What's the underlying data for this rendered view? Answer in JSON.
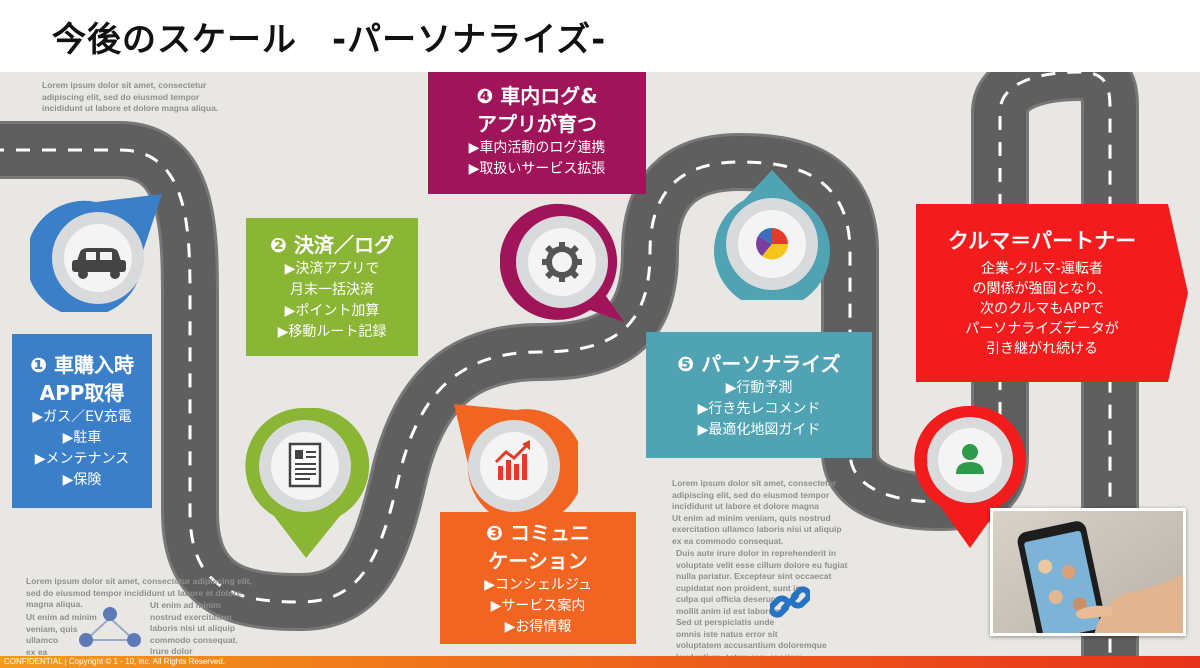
{
  "title": "今後のスケール　-パーソナライズ-",
  "colors": {
    "step1": "#3a7fc7",
    "step2": "#8bb535",
    "step3": "#f26422",
    "step4": "#a0145a",
    "step5": "#4fa3b3",
    "partner": "#f21c1c"
  },
  "steps": [
    {
      "heading": "❶ 車購入時\nAPP取得",
      "items": "▶ガス／EV充電\n▶駐車\n▶メンテナンス\n▶保険",
      "icon": "car-icon"
    },
    {
      "heading": "❷ 決済／ログ",
      "items": "▶決済アプリで\n月末一括決済\n▶ポイント加算\n▶移動ルート記録",
      "icon": "document-icon"
    },
    {
      "heading": "❸ コミュニ\nケーション",
      "items": "▶コンシェルジュ\n▶サービス案内\n▶お得情報",
      "icon": "chart-growth-icon"
    },
    {
      "heading": "❹ 車内ログ&\nアプリが育つ",
      "items": "▶車内活動のログ連携\n▶取扱いサービス拡張",
      "icon": "gear-icon"
    },
    {
      "heading": "❺ パーソナライズ",
      "items": "▶行動予測\n▶行き先レコメンド\n▶最適化地図ガイド",
      "icon": "pie-chart-icon"
    }
  ],
  "partner": {
    "heading": "クルマ＝パートナー",
    "body": "企業-クルマ-運転者\nの関係が強固となり、\n次のクルマもAPPで\nパーソナライズデータが\n引き継がれ続ける",
    "icon": "person-icon"
  },
  "lorem": {
    "top": "Lorem ipsum dolor sit amet, consectetur\nadipiscing elit, sed do eiusmod tempor\nincididunt ut labore et dolore magna aliqua.",
    "middle": "Lorem ipsum dolor sit amet, consectetur\nadipiscing elit, sed do eiusmod tempor\nincididunt ut labore et dolore magna\nUt enim ad minim veniam, quis nostrud\nexercitation ullamco laboris nisi ut aliquip\nex ea commodo consequat.",
    "middle2": "Duis aute irure dolor in reprehenderit in\nvoluptate velit esse cillum dolore eu fugiat\nnulla pariatur. Excepteur sint occaecat\ncupidatat non proident, sunt in\nculpa qui officia deserunt\nmollit anim id est laborum.\nSed ut perspiciatis unde\nomnis iste natus error sit\nvoluptatem accusantium doloremque\nlaudantium, totam rem aperiam",
    "bottomleft": "Lorem ipsum dolor sit amet, consectetur adipiscing elit,\nsed do eiusmod tempor incididunt ut labore et dolore\nmagna aliqua.",
    "bottomleft2a": "Ut enim ad minim\nveniam, quis\nullamco\nex ea",
    "bottomleft2b": "Ut enim ad minim\nnostrud exercitation\nlaboris nisi ut aliquip\ncommodo consequat.\nirure dolor"
  },
  "footer": "CONFIDENTIAL | Copyright © 1 - 10, inc. All Rights Reserved."
}
